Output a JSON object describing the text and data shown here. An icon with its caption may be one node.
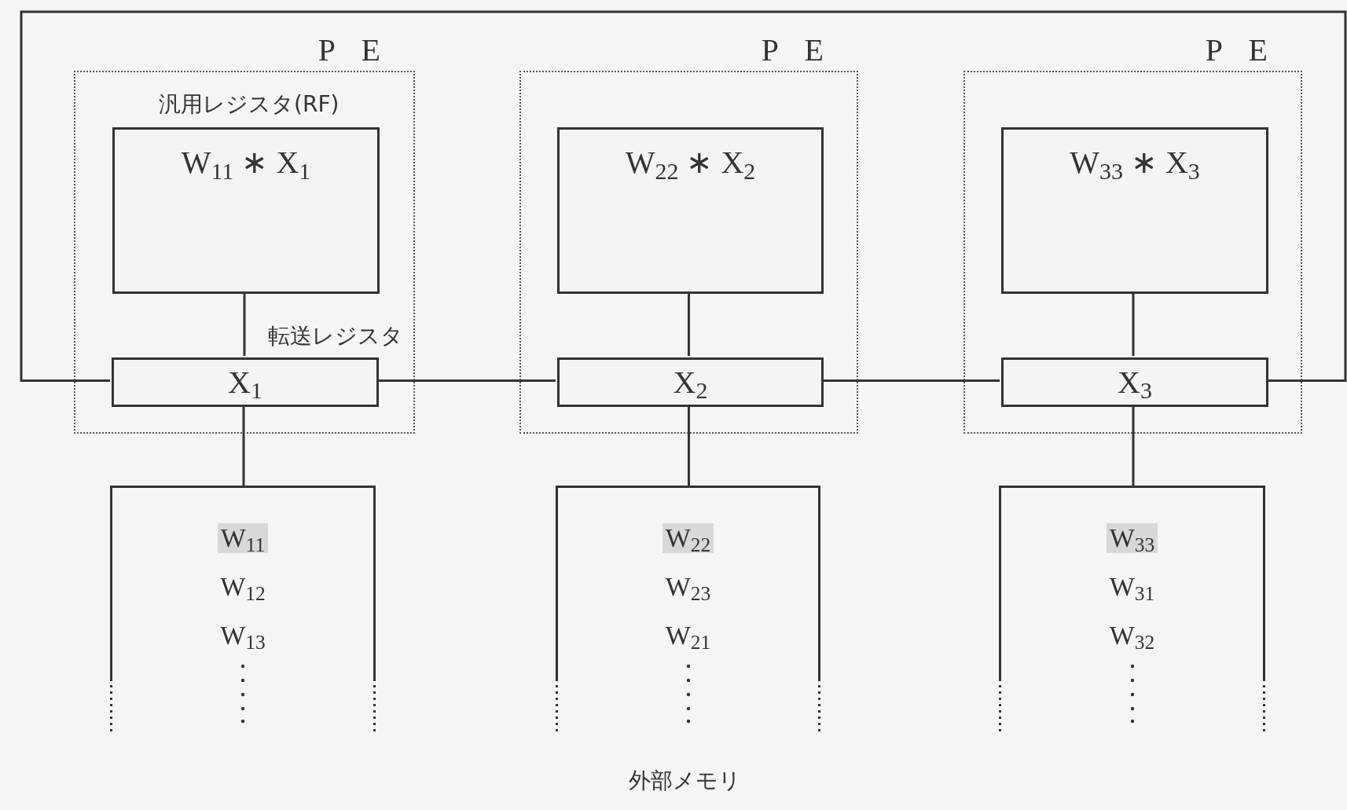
{
  "diagram": {
    "nodes": [
      {
        "text": [
          "P E"
        ]
      },
      {
        "text": [
          "汎用レジスタ(RF)",
          "W$_{11}$ ∗ X$_{1}$"
        ],
        "in": 0
      },
      {
        "text": [
          "転送レジスタ",
          "X$_{1}$"
        ],
        "in": 0
      },
      {
        "text": [
          "P E"
        ]
      },
      {
        "text": [
          "W$_{22}$ ∗ X$_{2}$"
        ],
        "in": 3
      },
      {
        "text": [
          "X$_{2}$"
        ],
        "in": 3
      },
      {
        "text": [
          "P E"
        ]
      },
      {
        "text": [
          "W$_{33}$ ∗ X$_{3}$"
        ],
        "in": 6
      },
      {
        "text": [
          "X$_{3}$"
        ],
        "in": 6
      },
      {
        "text": [
          "W$_{11}$",
          "W$_{12}$",
          "W$_{13}$"
        ]
      },
      {
        "text": [
          "W$_{22}$",
          "W$_{23}$",
          "W$_{21}$"
        ]
      },
      {
        "text": [
          "W$_{33}$",
          "W$_{31}$",
          "W$_{32}$"
        ]
      }
    ],
    "edges": [
      {
        "from": 1,
        "to": 2,
        "arrow": "none"
      },
      {
        "from": 4,
        "to": 5,
        "arrow": "none"
      },
      {
        "from": 7,
        "to": 8,
        "arrow": "none"
      },
      {
        "from": 2,
        "to": 5,
        "arrow": "none"
      },
      {
        "from": 5,
        "to": 8,
        "arrow": "none"
      },
      {
        "from": 8,
        "to": 2,
        "arrow": "none"
      },
      {
        "from": 2,
        "to": 9,
        "arrow": "none"
      },
      {
        "from": 5,
        "to": 10,
        "arrow": "none"
      },
      {
        "from": 8,
        "to": 11,
        "arrow": "none"
      }
    ],
    "labels": [
      "外部メモリ"
    ]
  }
}
